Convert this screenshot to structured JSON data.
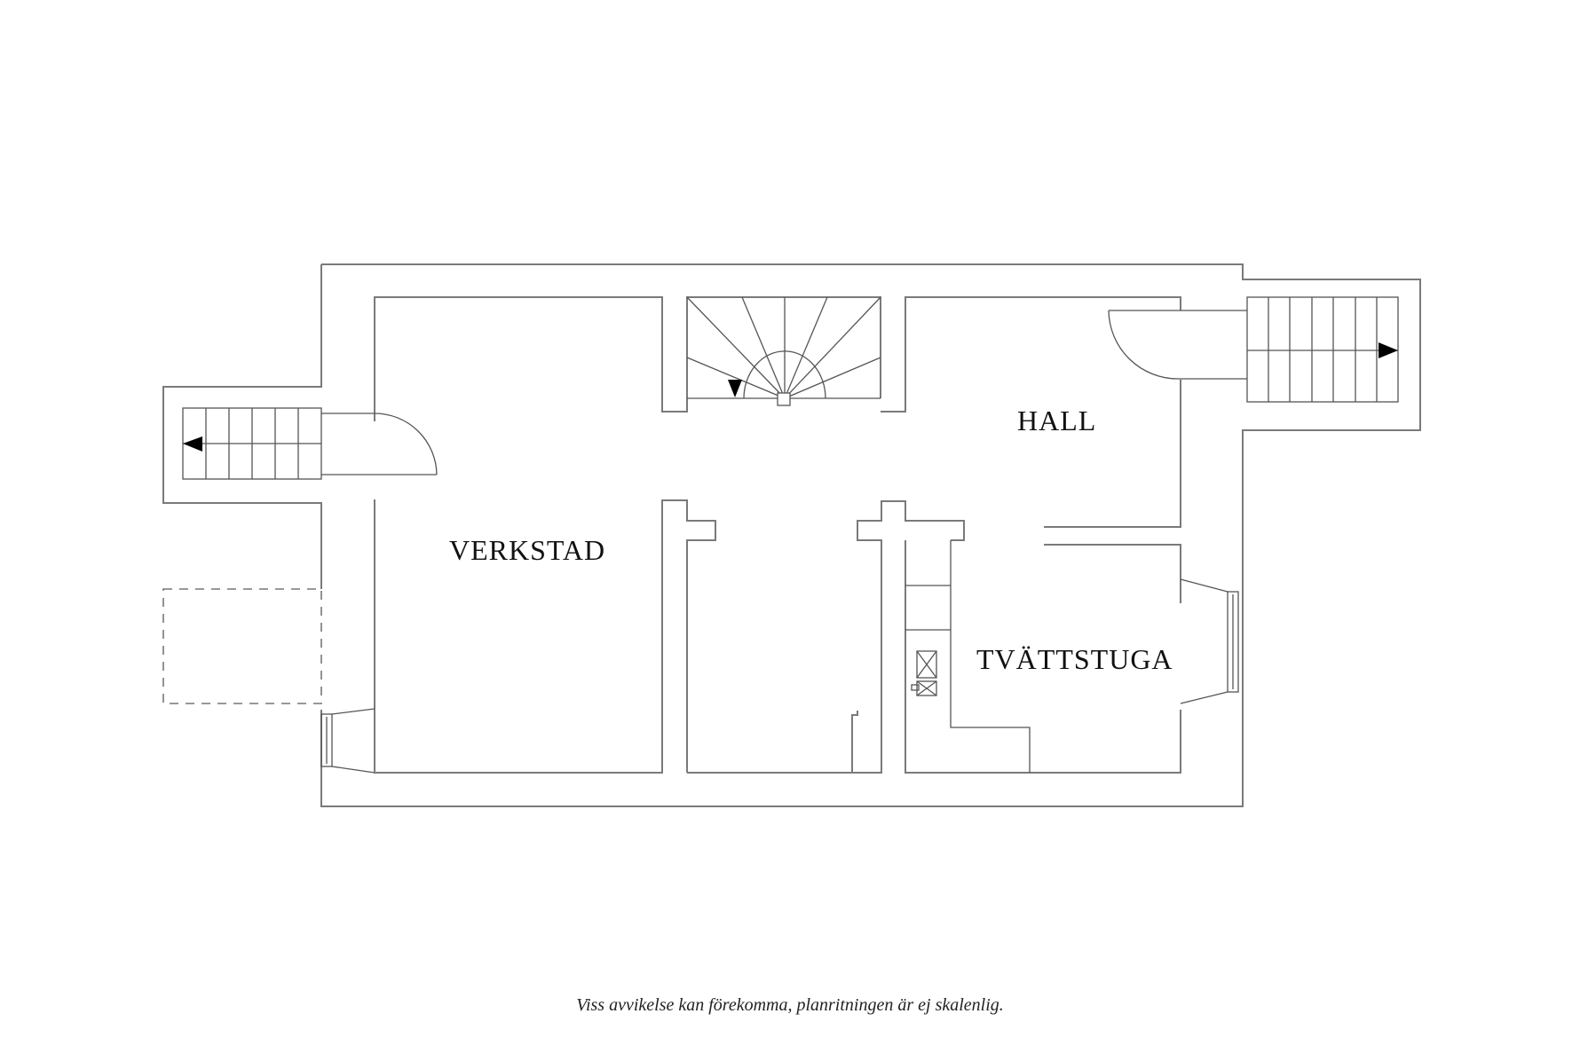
{
  "plan": {
    "type": "floor-plan",
    "level": "basement",
    "rooms": [
      {
        "id": "verkstad",
        "label": "VERKSTAD"
      },
      {
        "id": "hall",
        "label": "HALL"
      },
      {
        "id": "tvattstuga",
        "label": "TVÄTTSTUGA"
      }
    ],
    "features": [
      {
        "id": "stairs-left",
        "type": "straight-stair",
        "direction": "left",
        "steps": 6
      },
      {
        "id": "stairs-center",
        "type": "winding-stair",
        "direction": "down"
      },
      {
        "id": "stairs-right",
        "type": "straight-stair",
        "direction": "right",
        "steps": 7
      },
      {
        "id": "door-left",
        "type": "swing-door"
      },
      {
        "id": "door-right",
        "type": "swing-door"
      },
      {
        "id": "window-left",
        "type": "window"
      },
      {
        "id": "window-right",
        "type": "window"
      },
      {
        "id": "dashed-area",
        "type": "dashed-outline"
      },
      {
        "id": "washer",
        "type": "appliance"
      },
      {
        "id": "dryer",
        "type": "appliance"
      }
    ],
    "colors": {
      "line": "#7a7a7a",
      "text": "#111111",
      "background": "#ffffff"
    }
  },
  "footer": {
    "disclaimer": "Viss avvikelse kan förekomma, planritningen är ej skalenlig."
  }
}
